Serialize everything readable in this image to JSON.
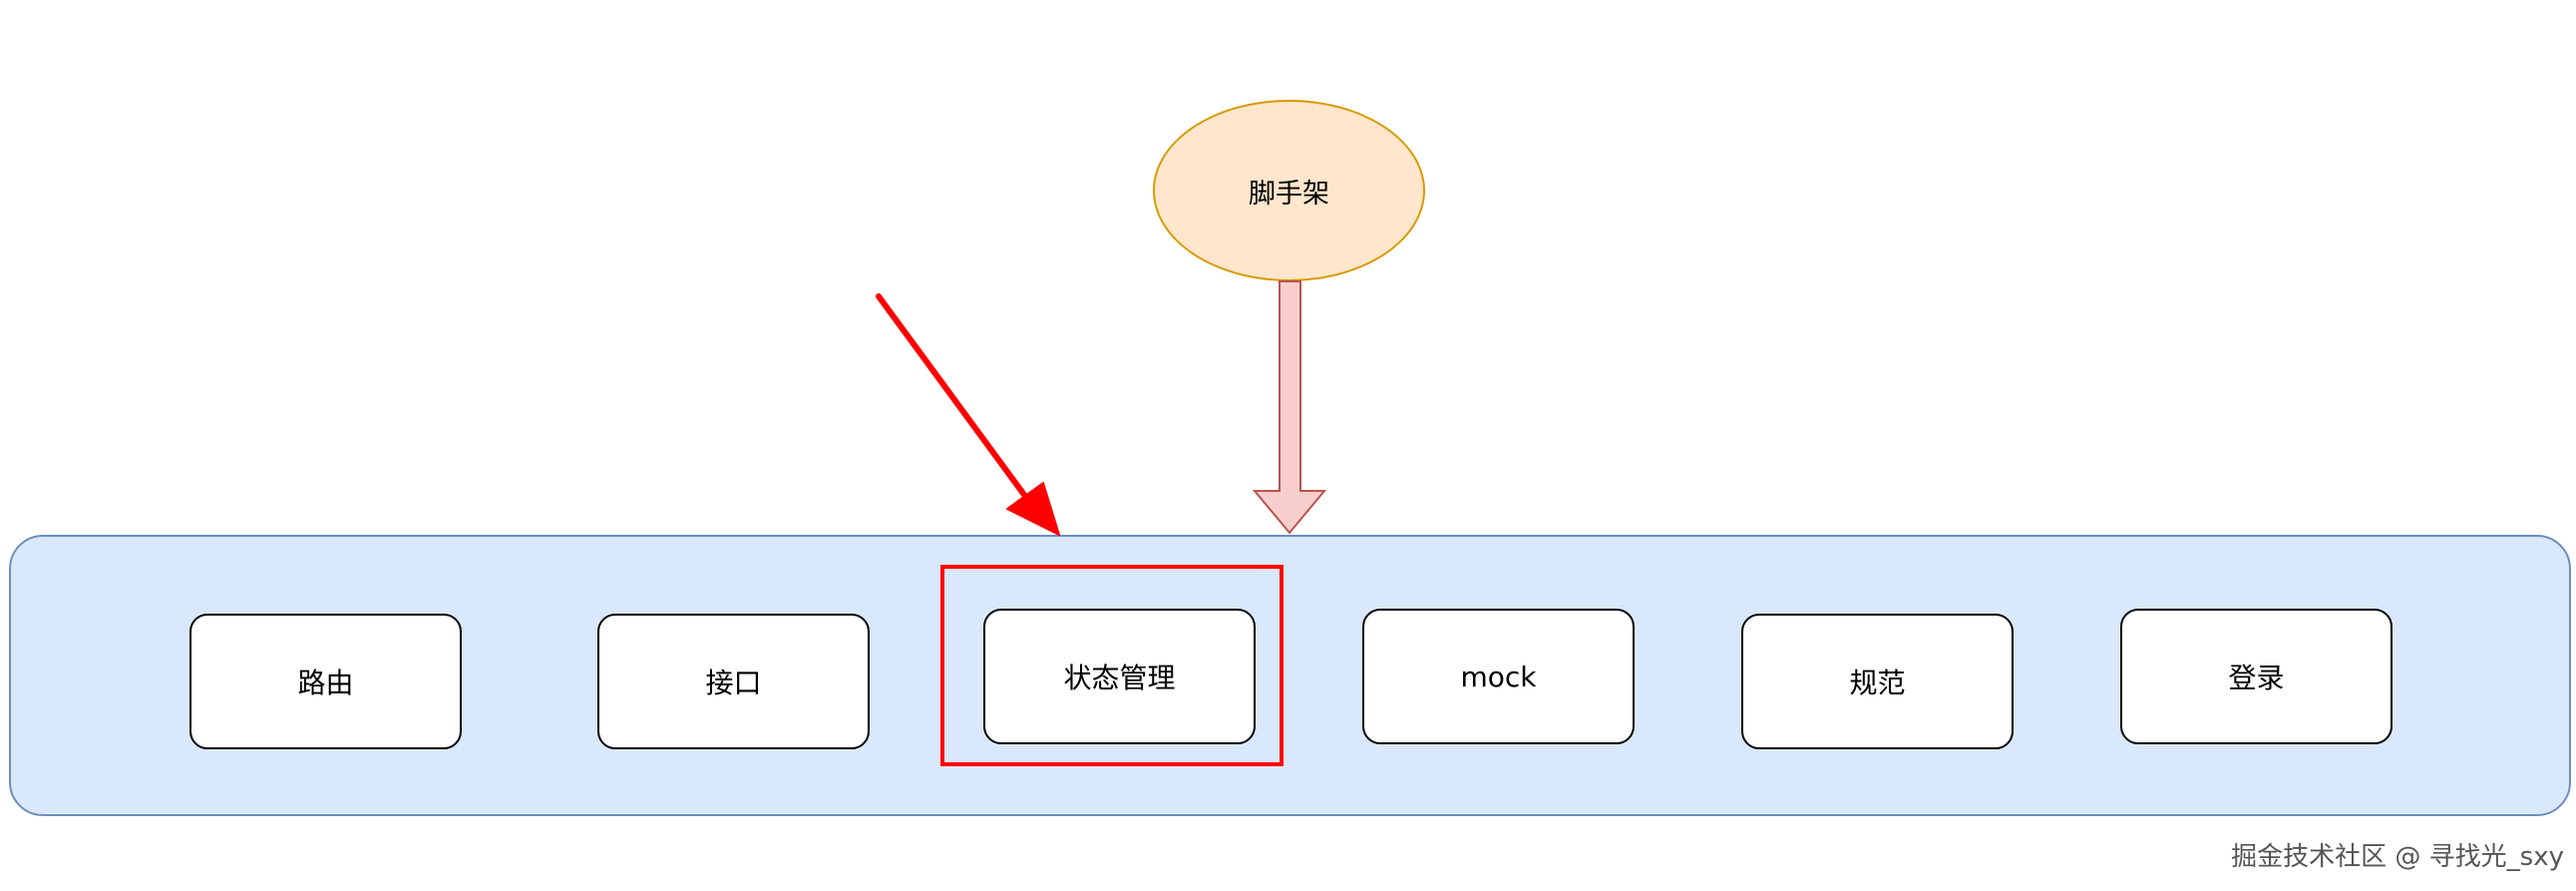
{
  "diagram": {
    "scaffold": {
      "label": "脚手架"
    },
    "modules": [
      {
        "id": "routing",
        "label": "路由"
      },
      {
        "id": "api",
        "label": "接口"
      },
      {
        "id": "state",
        "label": "状态管理"
      },
      {
        "id": "mock",
        "label": "mock"
      },
      {
        "id": "spec",
        "label": "规范"
      },
      {
        "id": "login",
        "label": "登录"
      }
    ],
    "highlighted_module": "状态管理",
    "watermark": "掘金技术社区 @ 寻找光_sxy"
  },
  "colors": {
    "ellipse_fill": "#ffe6cc",
    "ellipse_stroke": "#d79b00",
    "band_fill": "#dae8fc",
    "band_stroke": "#6c8ebf",
    "arrow_fill": "#f8cecc",
    "arrow_stroke": "#b85450",
    "highlight": "#ff0000"
  }
}
